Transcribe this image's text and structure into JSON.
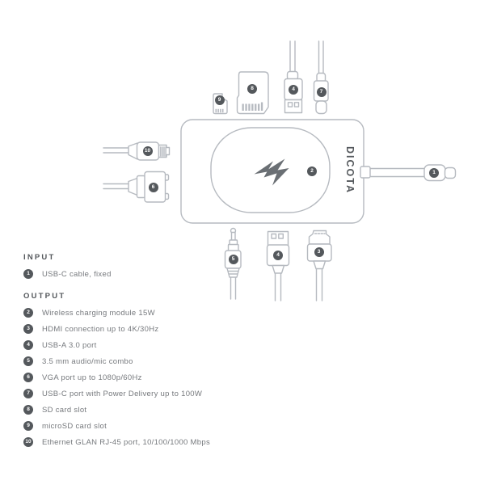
{
  "colors": {
    "outline": "#b6bac0",
    "callout_background": "#54585c",
    "callout_number": "#ffffff",
    "heading_text": "#54585c",
    "body_text": "#76797d",
    "bolt_icon": "#6a6f74"
  },
  "diagram": {
    "brand": "DICOTA",
    "icons": [
      "lightning-bolt-icon",
      "microsd-card-icon",
      "sd-card-icon",
      "usb-a-plug-top-icon",
      "usb-c-plug-top-icon",
      "ethernet-plug-icon",
      "vga-plug-icon",
      "fixed-usb-c-cable-icon",
      "audio-jack-plug-icon",
      "usb-a-plug-bottom-icon",
      "hdmi-plug-icon"
    ],
    "callouts": [
      {
        "number": "1",
        "target": "usb-c-cable-fixed"
      },
      {
        "number": "2",
        "target": "wireless-charging-module"
      },
      {
        "number": "3",
        "target": "hdmi-port"
      },
      {
        "number": "4",
        "target": "usb-a-port-bottom"
      },
      {
        "number": "4",
        "target": "usb-a-port-top"
      },
      {
        "number": "5",
        "target": "audio-mic-combo"
      },
      {
        "number": "6",
        "target": "vga-port"
      },
      {
        "number": "7",
        "target": "usb-c-power-delivery-port"
      },
      {
        "number": "8",
        "target": "sd-card-slot"
      },
      {
        "number": "9",
        "target": "microsd-card-slot"
      },
      {
        "number": "10",
        "target": "ethernet-port"
      }
    ]
  },
  "legend": {
    "input": {
      "header": "INPUT",
      "items": [
        {
          "number": "1",
          "label": "USB-C cable, fixed"
        }
      ]
    },
    "output": {
      "header": "OUTPUT",
      "items": [
        {
          "number": "2",
          "label": "Wireless charging module 15W"
        },
        {
          "number": "3",
          "label": "HDMI connection up to 4K/30Hz"
        },
        {
          "number": "4",
          "label": "USB-A 3.0 port"
        },
        {
          "number": "5",
          "label": "3.5 mm audio/mic combo"
        },
        {
          "number": "6",
          "label": "VGA port up to 1080p/60Hz"
        },
        {
          "number": "7",
          "label": "USB-C port with Power Delivery up to 100W"
        },
        {
          "number": "8",
          "label": "SD card slot"
        },
        {
          "number": "9",
          "label": "microSD card slot"
        },
        {
          "number": "10",
          "label": "Ethernet GLAN RJ-45 port, 10/100/1000 Mbps"
        }
      ]
    }
  }
}
